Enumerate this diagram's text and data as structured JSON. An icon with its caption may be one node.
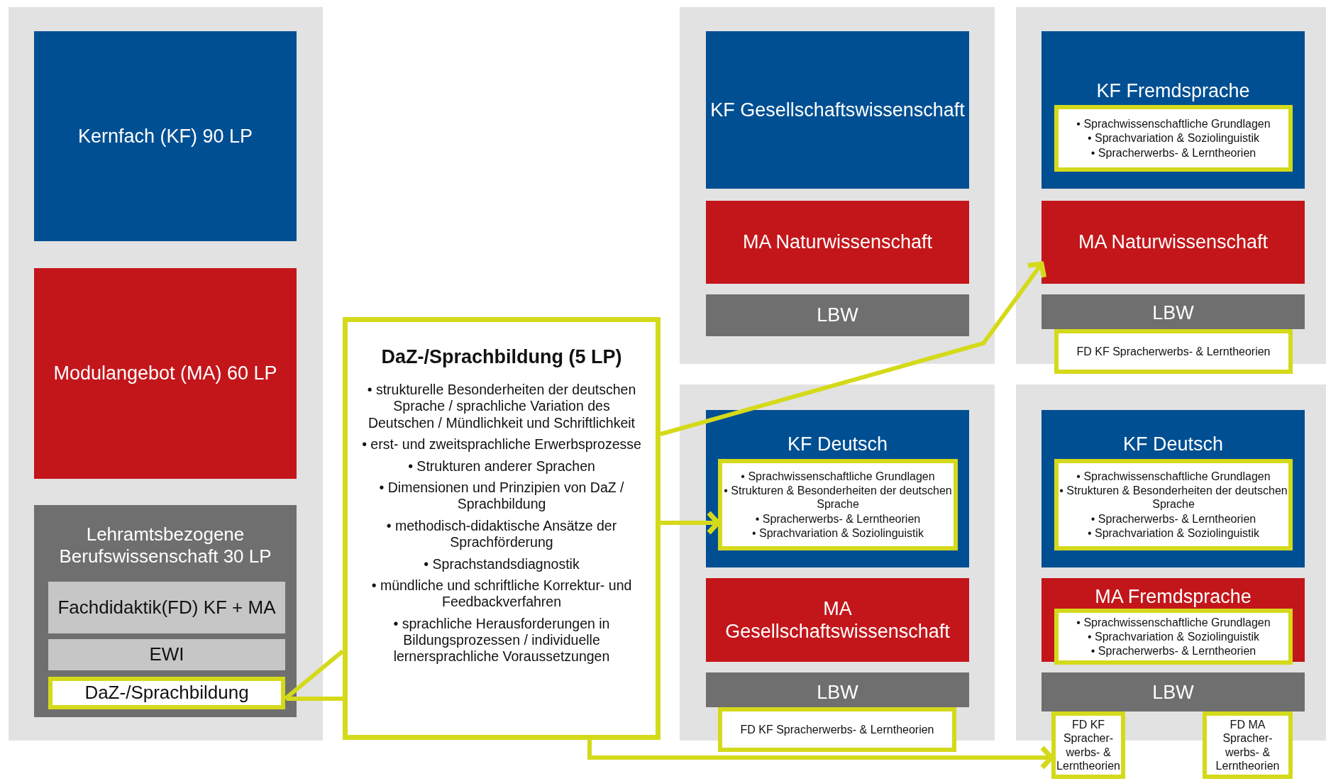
{
  "diagram": {
    "nodes": [
      {
        "text": [],
        "shape": "box"
      },
      {
        "text": [
          "Kernfach (KF) 90 LP"
        ],
        "in": 0
      },
      {
        "text": [
          "Modulangebot (MA) 60 LP"
        ],
        "in": 0
      },
      {
        "text": [
          "Lehramtsbezogene Berufswissenschaft 30 LP"
        ],
        "in": 0
      },
      {
        "text": [
          "Fachdidaktik(FD) KF + MA"
        ],
        "in": 3
      },
      {
        "text": [
          "EWI"
        ],
        "in": 3
      },
      {
        "text": [
          "DaZ-/Sprachbildung"
        ],
        "in": 3
      },
      {
        "text": [
          "DaZ-/Sprachbildung (5 LP)",
          "• strukturelle Besonderheiten der deutschen Sprache / sprachliche Variation des Deutschen / Mündlichkeit und Schriftlichkeit",
          "• erst- und zweitsprachliche Erwerbsprozesse",
          "• Strukturen anderer Sprachen",
          "• Dimensionen und Prinzipien von DaZ / Sprachbildung",
          "• methodisch-didaktische Ansätze der Sprachförderung",
          "• Sprachstandsdiagnostik",
          "• mündliche und schriftliche Korrektur- und Feedbackverfahren",
          "• sprachliche Herausforderungen in Bildungsprozessen / individuelle lernersprachliche Voraussetzungen"
        ]
      },
      {
        "text": [],
        "shape": "box"
      },
      {
        "text": [
          "KF Gesellschaftswissenschaft"
        ],
        "in": 8
      },
      {
        "text": [
          "MA Naturwissenschaft"
        ],
        "in": 8
      },
      {
        "text": [
          "LBW"
        ],
        "in": 8
      },
      {
        "text": [],
        "shape": "box"
      },
      {
        "text": [
          "KF Fremdsprache"
        ],
        "in": 12
      },
      {
        "text": [
          "• Sprachwissenschaftliche Grundlagen",
          "• Sprachvariation & Soziolinguistik",
          "• Spracherwerbs- & Lerntheorien"
        ],
        "in": 13
      },
      {
        "text": [
          "MA Naturwissenschaft"
        ],
        "in": 12
      },
      {
        "text": [
          "LBW"
        ],
        "in": 12
      },
      {
        "text": [
          "FD KF Spracherwerbs- & Lerntheorien"
        ]
      },
      {
        "text": [],
        "shape": "box"
      },
      {
        "text": [
          "KF Deutsch"
        ],
        "in": 18
      },
      {
        "text": [
          "• Sprachwissenschaftliche Grundlagen",
          "• Strukturen & Besonderheiten der deutschen Sprache",
          "• Spracherwerbs- & Lerntheorien",
          "• Sprachvariation & Soziolinguistik"
        ],
        "in": 19
      },
      {
        "text": [
          "MA Gesellschaftswissenschaft"
        ],
        "in": 18
      },
      {
        "text": [
          "LBW"
        ],
        "in": 18
      },
      {
        "text": [
          "FD KF Spracherwerbs- & Lerntheorien"
        ]
      },
      {
        "text": [],
        "shape": "box"
      },
      {
        "text": [
          "KF Deutsch"
        ],
        "in": 24
      },
      {
        "text": [
          "• Sprachwissenschaftliche Grundlagen",
          "• Strukturen & Besonderheiten der deutschen Sprache",
          "• Spracherwerbs- & Lerntheorien",
          "• Sprachvariation & Soziolinguistik"
        ],
        "in": 25
      },
      {
        "text": [
          "MA Fremdsprache"
        ],
        "in": 24
      },
      {
        "text": [
          "• Sprachwissenschaftliche Grundlagen",
          "• Sprachvariation & Soziolinguistik",
          "• Spracherwerbs- & Lerntheorien"
        ],
        "in": 27
      },
      {
        "text": [
          "LBW"
        ],
        "in": 24
      },
      {
        "text": [
          "FD KF Spracher- werbs- & Lerntheorien"
        ]
      },
      {
        "text": [
          "FD MA Spracher- werbs- & Lerntheorien"
        ]
      }
    ],
    "edges": [
      {
        "from": 7,
        "to": 6,
        "arrow": "none"
      },
      {
        "from": 7,
        "to": 15,
        "arrow": "to"
      },
      {
        "from": 7,
        "to": 20,
        "arrow": "to"
      },
      {
        "from": 7,
        "to": 30,
        "arrow": "to"
      }
    ]
  }
}
